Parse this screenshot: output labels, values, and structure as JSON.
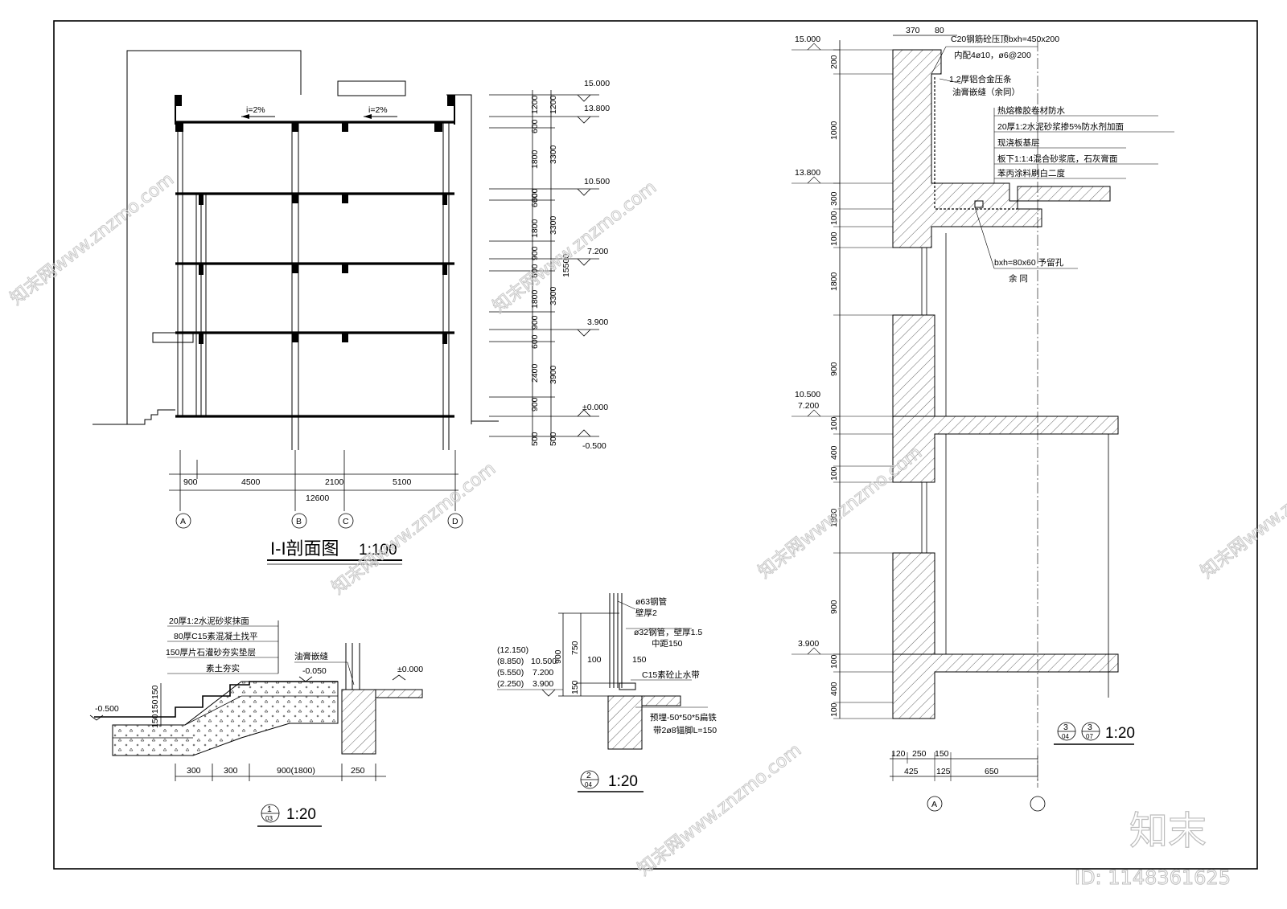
{
  "section": {
    "title": "I-I剖面图",
    "scale": "1:100",
    "slope_left": "i=2%",
    "slope_right": "i=2%",
    "elevations": [
      "15.000",
      "13.800",
      "10.500",
      "7.200",
      "3.900",
      "±0.000",
      "-0.500"
    ],
    "dims_inner": [
      "1200",
      "600",
      "1800",
      "600",
      "600",
      "1800",
      "900",
      "600",
      "1800",
      "900",
      "600",
      "2400",
      "900",
      "500"
    ],
    "dims_outer": [
      "1200",
      "3300",
      "3300",
      "3300",
      "3900",
      "500"
    ],
    "dim_total": "15500",
    "dims_bottom": [
      "900",
      "4500",
      "2100",
      "5100"
    ],
    "dim_bottom_total": "12600",
    "axes": [
      "A",
      "B",
      "C",
      "D"
    ]
  },
  "detail1": {
    "scale": "1:20",
    "num": "1",
    "sheet": "03",
    "layers": [
      "20厚1:2水泥砂浆抹面",
      "80厚C15素混凝土找平",
      "150厚片石灌砂夯实垫层",
      "素土夯实"
    ],
    "joint": "油膏嵌缝",
    "elev_a": "-0.050",
    "elev_b": "±0.000",
    "elev_c": "-0.500",
    "steps": [
      "150",
      "150",
      "150"
    ],
    "dims": [
      "300",
      "300",
      "900(1800)",
      "250"
    ]
  },
  "detail2": {
    "scale": "1:20",
    "num": "2",
    "sheet": "04",
    "elevs_left": [
      "(12.150)",
      "(8.850)",
      "(5.550)",
      "(2.250)"
    ],
    "elevs_right": [
      "10.500",
      "7.200",
      "3.900"
    ],
    "notes": [
      "ø63钢管",
      "壁厚2",
      "ø32钢管，壁厚1.5",
      "中距150",
      "C15素砼止水带",
      "预埋-50*50*5扁铁",
      "带2ø8锚脚L=150"
    ],
    "dims": [
      "900",
      "750",
      "150",
      "100",
      "150"
    ]
  },
  "detail3": {
    "scale": "1:20",
    "num": "3",
    "sheets": [
      "04",
      "07"
    ],
    "notes": [
      "C20钢筋砼压顶bxh=450x200",
      "内配4ø10，ø6@200",
      "1.2厚铝合金压条",
      "油膏嵌缝（余同）",
      "热熔橡胶卷材防水",
      "20厚1:2水泥砂浆掺5%防水剂加面",
      "现浇板基层",
      "板下1:1:4混合砂浆底，石灰膏面",
      "苯丙涂料刷白二度",
      "bxh=80x60 予留孔",
      "余 同"
    ],
    "top_dims": [
      "370",
      "80"
    ],
    "elevs": [
      "15.000",
      "13.800",
      "10.500",
      "7.200",
      "3.900"
    ],
    "vdims": [
      "200",
      "1000",
      "300",
      "100",
      "100",
      "1800",
      "900",
      "100",
      "400",
      "100",
      "1800",
      "900",
      "100",
      "400",
      "100"
    ],
    "bottom_dims": [
      "120",
      "250",
      "150",
      "425",
      "125",
      "650"
    ],
    "axis": "A"
  },
  "watermark": {
    "logo": "知末",
    "id": "ID: 1148361625",
    "site": "知末网www.znzmo.com"
  }
}
